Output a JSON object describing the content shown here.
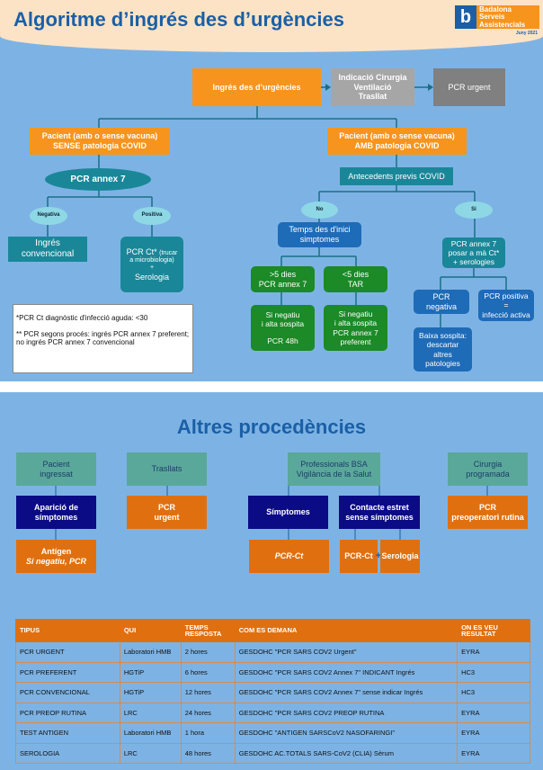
{
  "header": {
    "title": "Algoritme d’ingrés des d’urgències",
    "logo": {
      "letter": "b",
      "line1": "Badalona",
      "line2": "Serveis",
      "line3": "Assistencials",
      "date": "Juny 2021"
    }
  },
  "flow": {
    "ingres": "Ingrés des d’urgències",
    "indicacio": [
      "Indicació Cirurgia",
      "Ventilació",
      "Trasllat"
    ],
    "pcr_urgent": "PCR urgent",
    "sense": [
      "Pacient (amb o sense vacuna)",
      "SENSE patologia COVID"
    ],
    "pcr_annex7": "PCR annex 7",
    "negativa": "Negativa",
    "positiva": "Positiva",
    "ingres_conv": [
      "Ingrés",
      "convencional"
    ],
    "pcr_ct": [
      "PCR Ct*",
      "(trucar",
      "a microbiologia)",
      "+",
      "Serologia"
    ],
    "amb": [
      "Pacient (amb o sense vacuna)",
      "AMB patologia COVID"
    ],
    "antecedents": "Antecedents previs COVID",
    "no": "No",
    "si": "Sí",
    "temps": [
      "Temps des d'inici",
      "simptomes"
    ],
    "mes5": [
      ">5 dies",
      "PCR annex 7"
    ],
    "menys5": [
      "<5 dies",
      "TAR"
    ],
    "neg1": [
      "Si negatiu",
      "i alta sospita",
      "PCR 48h"
    ],
    "neg2": [
      "Si negatiu",
      "i alta sospita",
      "PCR annex 7",
      "preferent"
    ],
    "posar": [
      "PCR annex 7",
      "posar a mà Ct*",
      "+ serologies"
    ],
    "pcr_neg": [
      "PCR",
      "negativa"
    ],
    "pcr_pos": [
      "PCR positiva",
      "=",
      "infecció activa"
    ],
    "baixa": [
      "Baixa sospita:",
      "descartar",
      "altres",
      "patologies"
    ],
    "note1": "*PCR Ct diagnòstic d'infecció aguda: <30",
    "note2": "** PCR segons procés: ingrés PCR annex 7 preferent; no ingrés PCR annex 7 convencional"
  },
  "altres": {
    "title": "Altres procedències",
    "pacient": [
      "Pacient",
      "ingressat"
    ],
    "trasllats": "Trasllats",
    "professionals": [
      "Professionals BSA",
      "Vigilància de la Salut"
    ],
    "cirurgia": [
      "Cirurgia",
      "programada"
    ],
    "aparicio": [
      "Aparició de",
      "símptomes"
    ],
    "pcr_urgent": [
      "PCR",
      "urgent"
    ],
    "simptomes": "Símptomes",
    "contacte": [
      "Contacte estret",
      "sense símptomes"
    ],
    "pcr_preop": [
      "PCR",
      "preoperatori rutina"
    ],
    "antigen": [
      "Antígen",
      "Si negatiu, PCR"
    ],
    "pcr_ct": "PCR-Ct",
    "pcr_ct2": "PCR-Ct",
    "plus": "+",
    "serologia": "Serologia"
  },
  "table": {
    "headers": [
      "TIPUS",
      "QUI",
      "TEMPS RESPOSTA",
      "COM ES DEMANA",
      "ON ES VEU RESULTAT"
    ],
    "rows": [
      [
        "PCR URGENT",
        "Laboratori HMB",
        "2 hores",
        "GESDOHC \"PCR SARS COV2 Urgent\"",
        "EYRA"
      ],
      [
        "PCR PREFERENT",
        "HGTiP",
        "6 hores",
        "GESDOHC \"PCR SARS COV2 Annex 7\" INDICANT Ingrés",
        "HC3"
      ],
      [
        "PCR CONVENCIONAL",
        "HGTiP",
        "12 hores",
        "GESDOHC \"PCR SARS COV2 Annex 7\" sense indicar Ingrés",
        "HC3"
      ],
      [
        "PCR PREOP RUTINA",
        "LRC",
        "24 hores",
        "GESDOHC \"PCR SARS COV2 PREOP RUTINA",
        "EYRA"
      ],
      [
        "TEST ANTIGEN",
        "Laboratori HMB",
        "1 hora",
        "GESDOHC \"ANTIGEN SARSCoV2 NASOFARINGI\"",
        "EYRA"
      ],
      [
        "SEROLOGIA",
        "LRC",
        "48 hores",
        "GESDOHC AC.TOTALS SARS-CoV2 (CLIA) Sèrum",
        "EYRA"
      ]
    ]
  }
}
